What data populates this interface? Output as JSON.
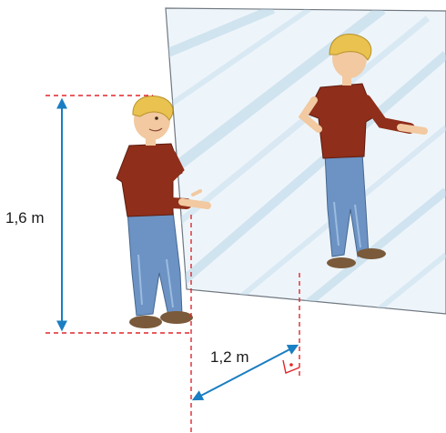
{
  "labels": {
    "height": "1,6 m",
    "distance": "1,2 m"
  },
  "colors": {
    "measure_arrow": "#1a7ec2",
    "dashed_guide": "#e0262b",
    "mirror_edge": "#6f7780",
    "mirror_fill": "#eef5fa",
    "shirt": "#8f2e1a",
    "jeans": "#6c93c4",
    "hair": "#e9c24f",
    "skin": "#f2c9a0"
  },
  "icons": [
    "mirror",
    "boy-figure",
    "boy-reflection",
    "right-angle-mark"
  ]
}
